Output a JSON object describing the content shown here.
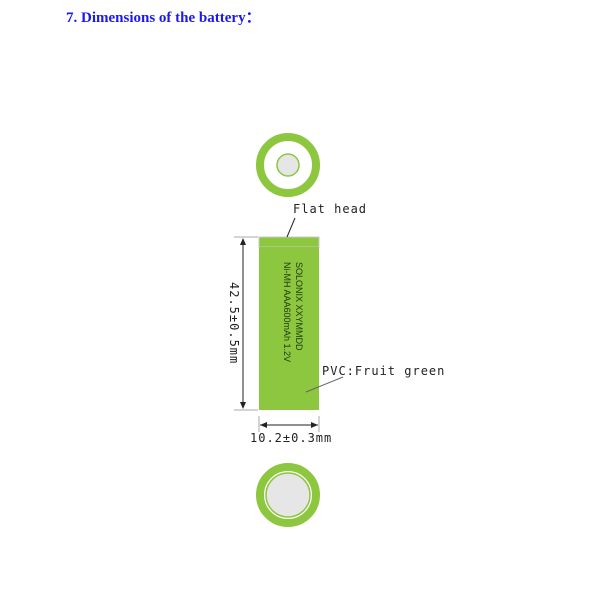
{
  "title": "7. Dimensions of the battery：",
  "labels": {
    "flat_head": "Flat head",
    "pvc": "PVC:Fruit green",
    "length": "42.5±0.5mm",
    "diameter": "10.2±0.3mm"
  },
  "battery_print": {
    "line1": "SOLONIX  XXYMMDD",
    "line2": "Ni-MH AAA600mAh 1.2V"
  },
  "colors": {
    "green": "#8dc63f",
    "grey": "#e6e6e6",
    "title": "#1a1aee"
  }
}
